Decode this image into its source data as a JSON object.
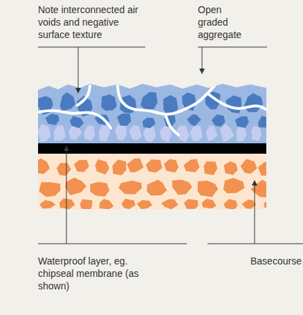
{
  "diagram": {
    "labels": [
      "Note interconnected air voids and negative surface texture",
      "Open graded aggregate",
      "Waterproof layer, eg. chipseal membrane (as shown)",
      "Basecourse"
    ]
  }
}
